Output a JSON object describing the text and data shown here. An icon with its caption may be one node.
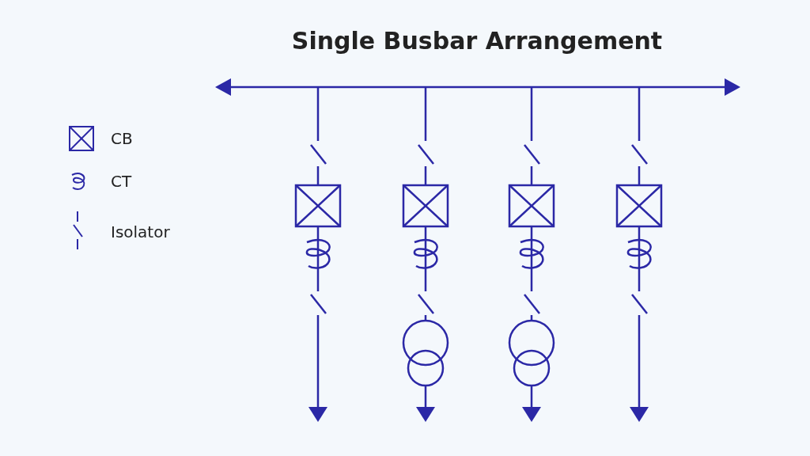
{
  "diagram": {
    "title": "Single Busbar Arrangement",
    "legend": [
      {
        "text": "CB"
      },
      {
        "text": "CT"
      },
      {
        "text": "Isolator"
      }
    ]
  }
}
